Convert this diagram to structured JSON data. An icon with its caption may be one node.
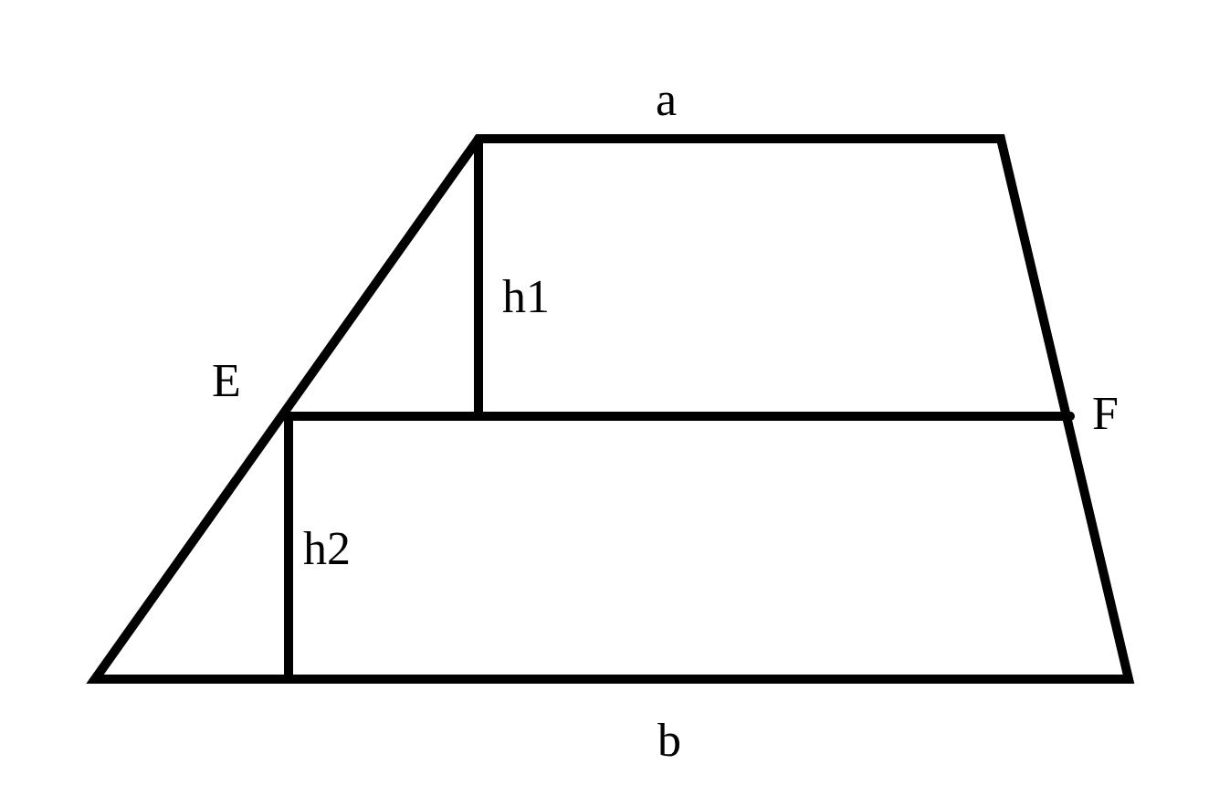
{
  "diagram": {
    "labels": [
      "a",
      "h1",
      "E",
      "F",
      "h2",
      "b"
    ]
  }
}
